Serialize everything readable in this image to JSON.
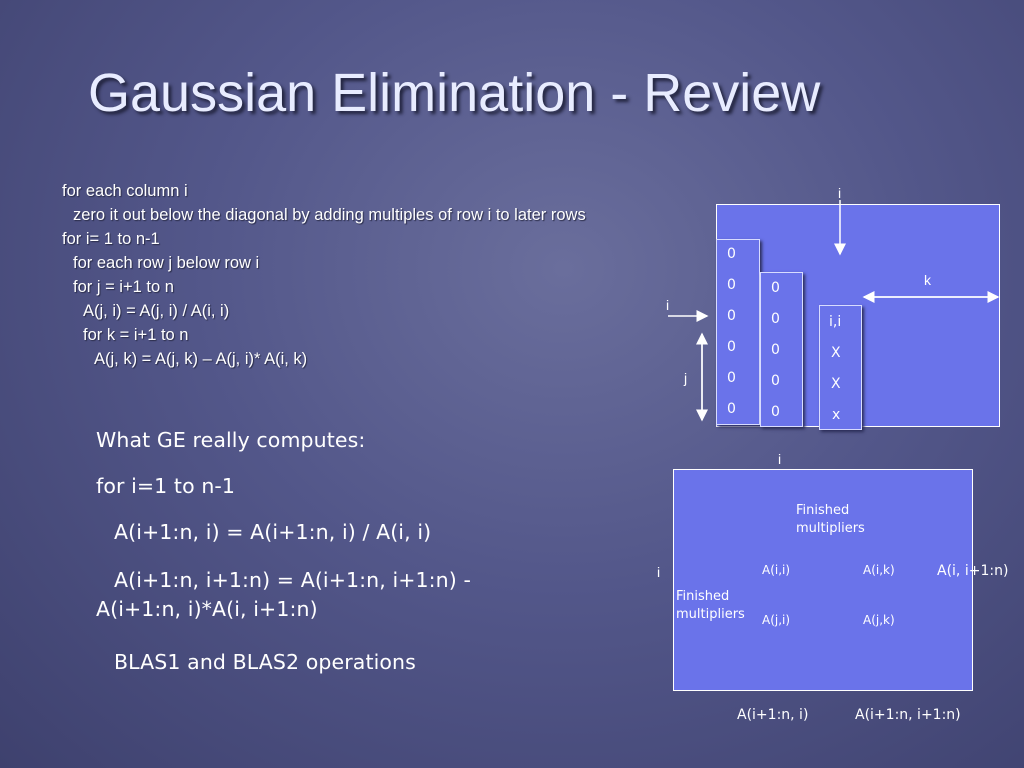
{
  "title": "Gaussian Elimination - Review",
  "code": [
    "for each column i",
    "  zero it out below the diagonal by adding multiples of row i to later rows",
    "for i= 1 to n-1",
    "  for each row j below row i",
    "  for j = i+1 to n",
    "    A(j, i) = A(j, i) / A(i, i)",
    "    for k = i+1 to n",
    "      A(j, k) = A(j, k) – A(j, i)* A(i, k)"
  ],
  "body": {
    "line1": "What GE really computes:",
    "line2": "for i=1 to n-1",
    "line3": "A(i+1:n, i) = A(i+1:n, i) / A(i, i)",
    "line4a": "A(i+1:n, i+1:n) = A(i+1:n, i+1:n) -",
    "line4b": "A(i+1:n, i)*A(i, i+1:n)",
    "line5": "BLAS1 and BLAS2 operations"
  },
  "diagram1": {
    "label_i_top": "i",
    "label_i_left": "i",
    "label_j": "j",
    "label_k": "k",
    "col1": [
      "0",
      "0",
      "0",
      "0",
      "0",
      "0"
    ],
    "col2": [
      "0",
      "0",
      "0",
      "0",
      "0"
    ],
    "col3": [
      "i,i",
      "X",
      "X",
      "x"
    ]
  },
  "diagram2": {
    "label_i_top": "i",
    "label_i_left": "i",
    "finished_top": "Finished\nmultipliers",
    "finished_left": "Finished\nmultipliers",
    "a_ii": "A(i,i)",
    "a_ik": "A(i,k)",
    "a_ji": "A(j,i)",
    "a_jk": "A(j,k)",
    "row_label": "A(i, i+1:n)",
    "bottom_left": "A(i+1:n, i)",
    "bottom_right": "A(i+1:n, i+1:n)"
  },
  "colors": {
    "box": "#6a73ea",
    "background": "#53578a"
  }
}
